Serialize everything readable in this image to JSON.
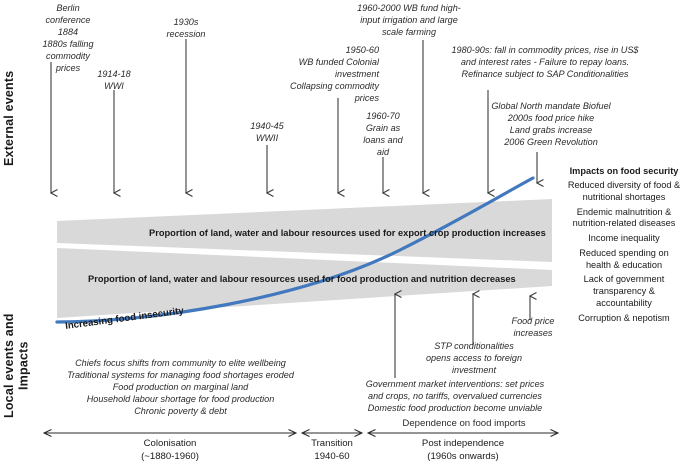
{
  "axes": {
    "external_label": "External events",
    "local_label": "Local events\nand Impacts"
  },
  "external_events": [
    {
      "id": "berlin",
      "text": "Berlin\nconference\n1884\n1880s falling\ncommodity\nprices"
    },
    {
      "id": "wwi",
      "text": "1914-18\nWWI"
    },
    {
      "id": "recession",
      "text": "1930s\nrecession"
    },
    {
      "id": "wwii",
      "text": "1940-45\nWWII"
    },
    {
      "id": "wb-colonial",
      "text": "1950-60\nWB funded Colonial\ninvestment\nCollapsing commodity\nprices"
    },
    {
      "id": "grain-loans",
      "text": "1960-70\nGrain as\nloans and\naid"
    },
    {
      "id": "wb-irrigation",
      "text": "1960-2000 WB fund high-\ninput irrigation and large\nscale farming"
    },
    {
      "id": "sap",
      "text": "1980-90s: fall in commodity prices, rise in US$\nand interest rates - Failure to repay loans.\nRefinance subject to SAP Conditionalities"
    },
    {
      "id": "biofuel",
      "text": "Global North mandate Biofuel\n2000s food price hike\nLand grabs increase\n2006 Green Revolution"
    }
  ],
  "bands": {
    "export": "Proportion of land, water and labour resources used for export crop production increases",
    "food": "Proportion of land, water and labour resources used for food production  and nutrition decreases",
    "curve": "Increasing food  insecurity",
    "curve_color": "#4178be",
    "band_color": "#d9d9d9"
  },
  "local_events": [
    {
      "id": "chiefs",
      "text": "Chiefs focus shifts from community to elite wellbeing\nTraditional systems for managing food shortages eroded\nFood production on marginal land\nHousehold labour shortage for food production\nChronic poverty & debt"
    },
    {
      "id": "stp",
      "text": "STP conditionalities\nopens access to foreign\ninvestment"
    },
    {
      "id": "food-price",
      "text": "Food price\nincreases"
    },
    {
      "id": "gov-market",
      "text": "Government market interventions: set prices\nand crops, no tariffs, overvalued currencies\nDomestic food production become unviable"
    },
    {
      "id": "dependence",
      "text": "Dependence on food imports"
    }
  ],
  "right_panel": {
    "heading": "Impacts on food security",
    "items": [
      "Reduced diversity of food  & nutritional shortages",
      "Endemic malnutrition & nutrition-related diseases",
      "Income inequality",
      "Reduced spending on health & education",
      "Lack of government transparency & accountability",
      "Corruption & nepotism"
    ]
  },
  "timeline": [
    {
      "id": "colonisation",
      "label": "Colonisation\n(~1880-1960)"
    },
    {
      "id": "transition",
      "label": "Transition\n1940-60"
    },
    {
      "id": "post-independence",
      "label": "Post independence\n(1960s onwards)"
    }
  ]
}
